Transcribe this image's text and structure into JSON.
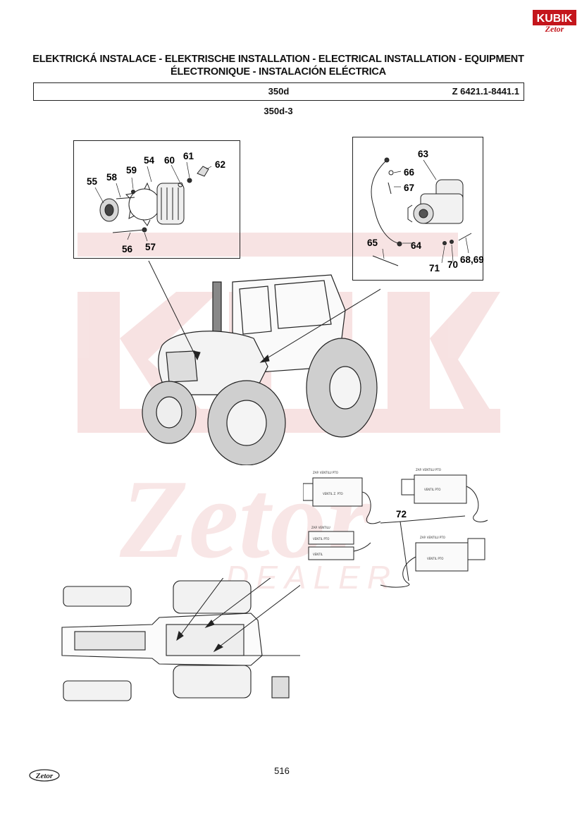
{
  "header": {
    "title_line1": "ELEKTRICKÁ INSTALACE - ELEKTRISCHE INSTALLATION - ELECTRICAL INSTALLATION - EQUIPMENT",
    "title_line2": "ÉLECTRONIQUE - INSTALACIÓN ELÉCTRICA",
    "section_code": "350d",
    "reference": "Z 6421.1-8441.1",
    "subsection": "350d-3"
  },
  "brand": {
    "dealer_logo_text": "KUBIK",
    "dealer_brand_text": "Zetor",
    "dealer_sub_text": "DEALER",
    "footer_logo_text": "Zetor",
    "accent_color": "#c4161c"
  },
  "alternator_callouts": [
    "54",
    "55",
    "56",
    "57",
    "58",
    "59",
    "60",
    "61",
    "62"
  ],
  "starter_callouts": [
    "63",
    "64",
    "65",
    "66",
    "67",
    "68,69",
    "70",
    "71"
  ],
  "harness_callout": "72",
  "footer": {
    "page_number": "516"
  }
}
